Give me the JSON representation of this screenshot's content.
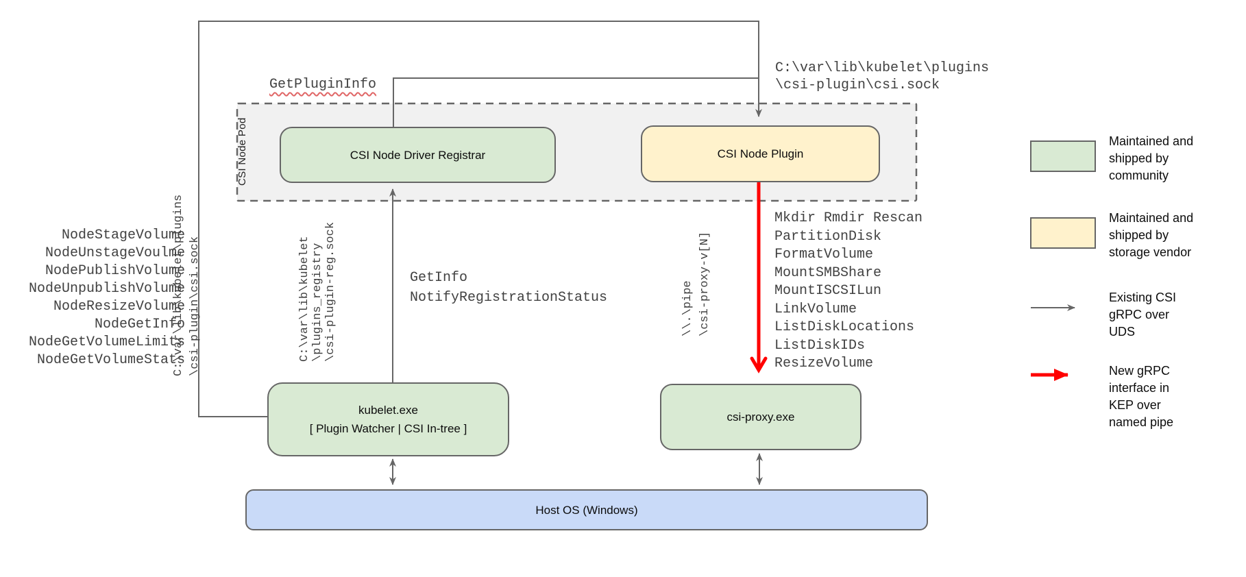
{
  "pod": {
    "label": "CSI Node Pod"
  },
  "boxes": {
    "registrar": "CSI Node Driver Registrar",
    "plugin": "CSI Node Plugin",
    "kubelet": "kubelet.exe\n[ Plugin Watcher | CSI In-tree ]",
    "csi_proxy": "csi-proxy.exe",
    "host_os": "Host OS (Windows)"
  },
  "annotations": {
    "get_plugin_info": "GetPluginInfo",
    "registration_calls": "GetInfo\nNotifyRegistrationStatus",
    "plugin_socket_path": "C:\\var\\lib\\kubelet\\plugins\n\\csi-plugin\\csi.sock",
    "kubelet_socket_path": "C:\\var\\lib\\kubelet\\plugins\n\\csi-plugin\\csi.sock",
    "registration_socket_path": "C:\\var\\lib\\kubelet\n\\plugins_registry\n\\csi-plugin-reg.sock",
    "named_pipe_path": "\\\\.\\pipe\n\\csi-proxy-v[N]"
  },
  "node_methods": [
    "NodeStageVolume",
    "NodeUnstageVoulme",
    "NodePublishVolume",
    "NodeUnpublishVolume",
    "NodeResizeVolume",
    "NodeGetInfo",
    "NodeGetVolumeLimits",
    "NodeGetVolumeStats"
  ],
  "proxy_methods": [
    "Mkdir Rmdir Rescan",
    "PartitionDisk",
    "FormatVolume",
    "MountSMBShare",
    "MountISCSILun",
    "LinkVolume",
    "ListDiskLocations",
    "ListDiskIDs",
    "ResizeVolume"
  ],
  "legend": {
    "community": "Maintained and\nshipped by\ncommunity",
    "vendor": "Maintained and\nshipped by\nstorage vendor",
    "existing_grpc": "Existing CSI\ngRPC over\nUDS",
    "new_grpc": "New gRPC\ninterface in\nKEP over\nnamed pipe"
  },
  "colors": {
    "community_fill": "#d9ead3",
    "vendor_fill": "#fff2cc",
    "host_fill": "#c9daf8",
    "pod_fill": "#f1f1f1",
    "line": "#666666",
    "new_interface": "#ff0000",
    "squiggle": "#e06666"
  }
}
